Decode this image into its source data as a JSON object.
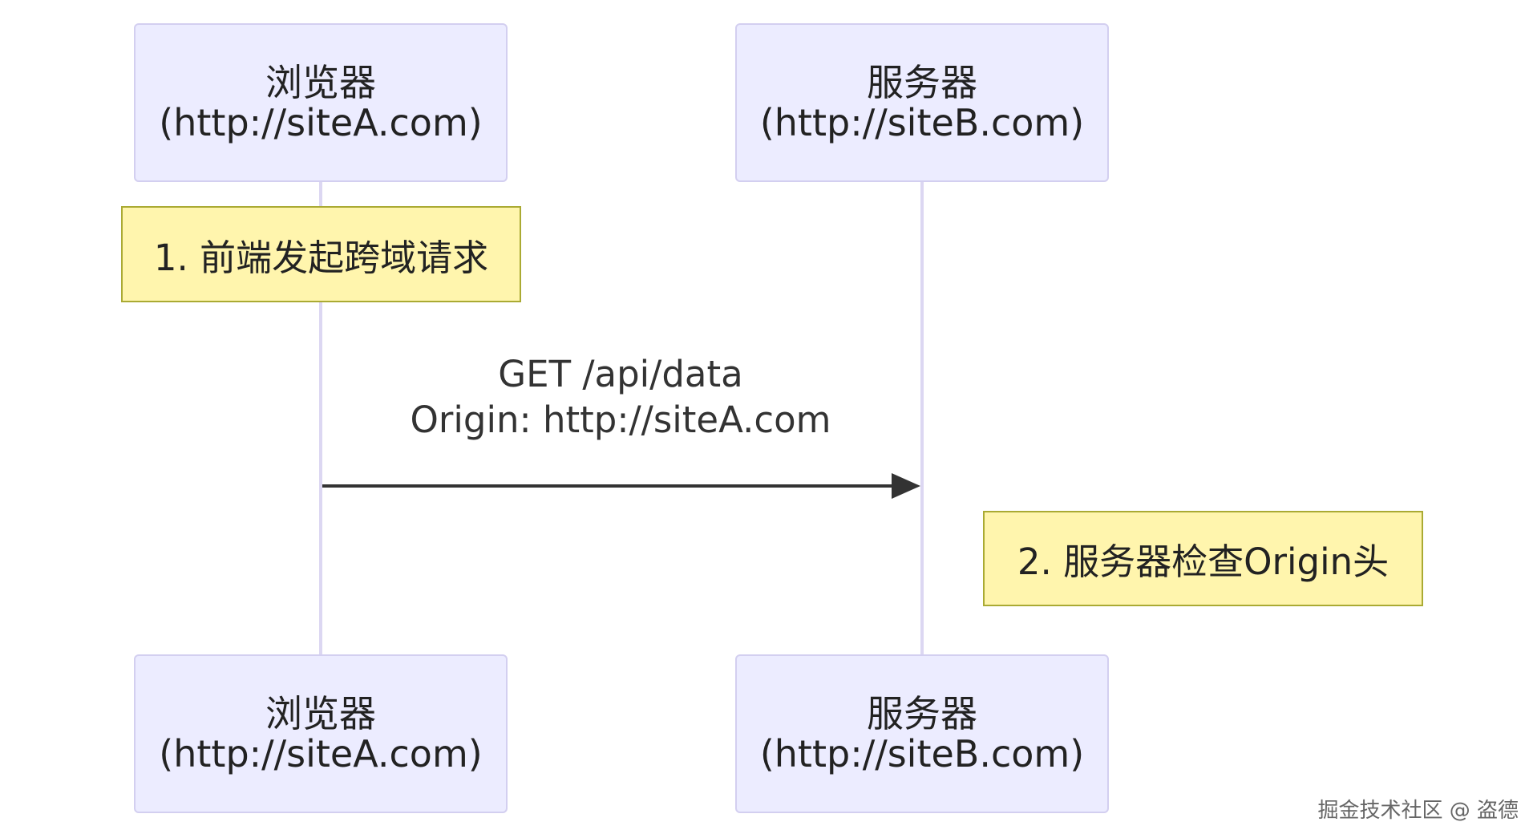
{
  "participants": [
    {
      "name": "浏览器",
      "host": "(http://siteA.com)"
    },
    {
      "name": "服务器",
      "host": "(http://siteB.com)"
    }
  ],
  "notes": [
    {
      "text": "1. 前端发起跨域请求"
    },
    {
      "text": "2. 服务器检查Origin头"
    }
  ],
  "message": {
    "line1": "GET /api/data",
    "line2": "Origin: http://siteA.com"
  },
  "watermark": "掘金技术社区 @ 盗德",
  "colors": {
    "actor_fill": "#ececff",
    "actor_border": "#d3cff0",
    "lifeline": "#dcd7f2",
    "note_fill": "#fff5ad",
    "note_border": "#aaaa33",
    "arrow": "#333333"
  }
}
